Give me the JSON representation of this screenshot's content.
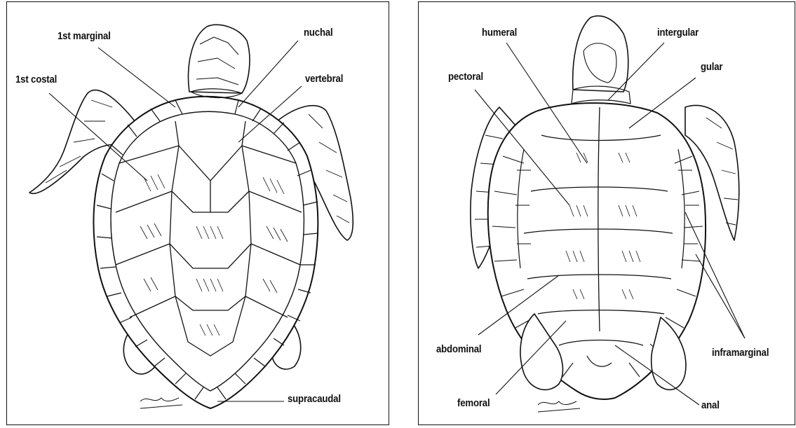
{
  "left_panel": {
    "labels": {
      "first_marginal": "1st marginal",
      "nuchal": "nuchal",
      "first_costal": "1st costal",
      "vertebral": "vertebral",
      "supracaudal": "supracaudal"
    },
    "view": "dorsal carapace"
  },
  "right_panel": {
    "labels": {
      "humeral": "humeral",
      "intergular": "intergular",
      "gular": "gular",
      "pectoral": "pectoral",
      "abdominal": "abdominal",
      "inframarginal": "inframarginal",
      "femoral": "femoral",
      "anal": "anal"
    },
    "view": "ventral plastron"
  },
  "colors": {
    "ink": "#111111",
    "paper": "#ffffff"
  }
}
